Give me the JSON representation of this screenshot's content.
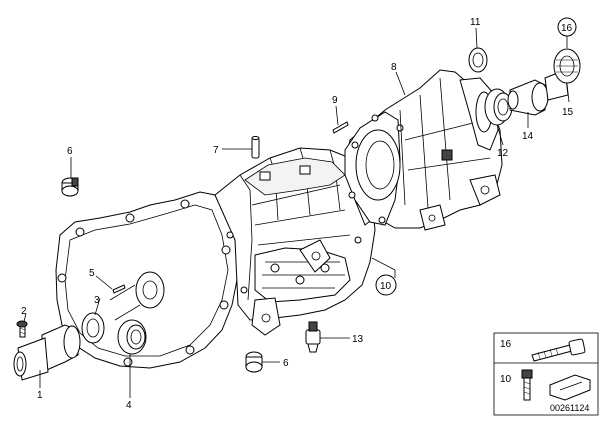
{
  "callouts": {
    "c1": "1",
    "c2": "2",
    "c3": "3",
    "c4": "4",
    "c5": "5",
    "c6a": "6",
    "c6b": "6",
    "c7": "7",
    "c8": "8",
    "c9": "9",
    "c10": "10",
    "c11": "11",
    "c12": "12",
    "c13": "13",
    "c14": "14",
    "c15": "15",
    "c16": "16"
  },
  "inset": {
    "c16": "16",
    "c10": "10"
  },
  "reference_code": "00261124"
}
